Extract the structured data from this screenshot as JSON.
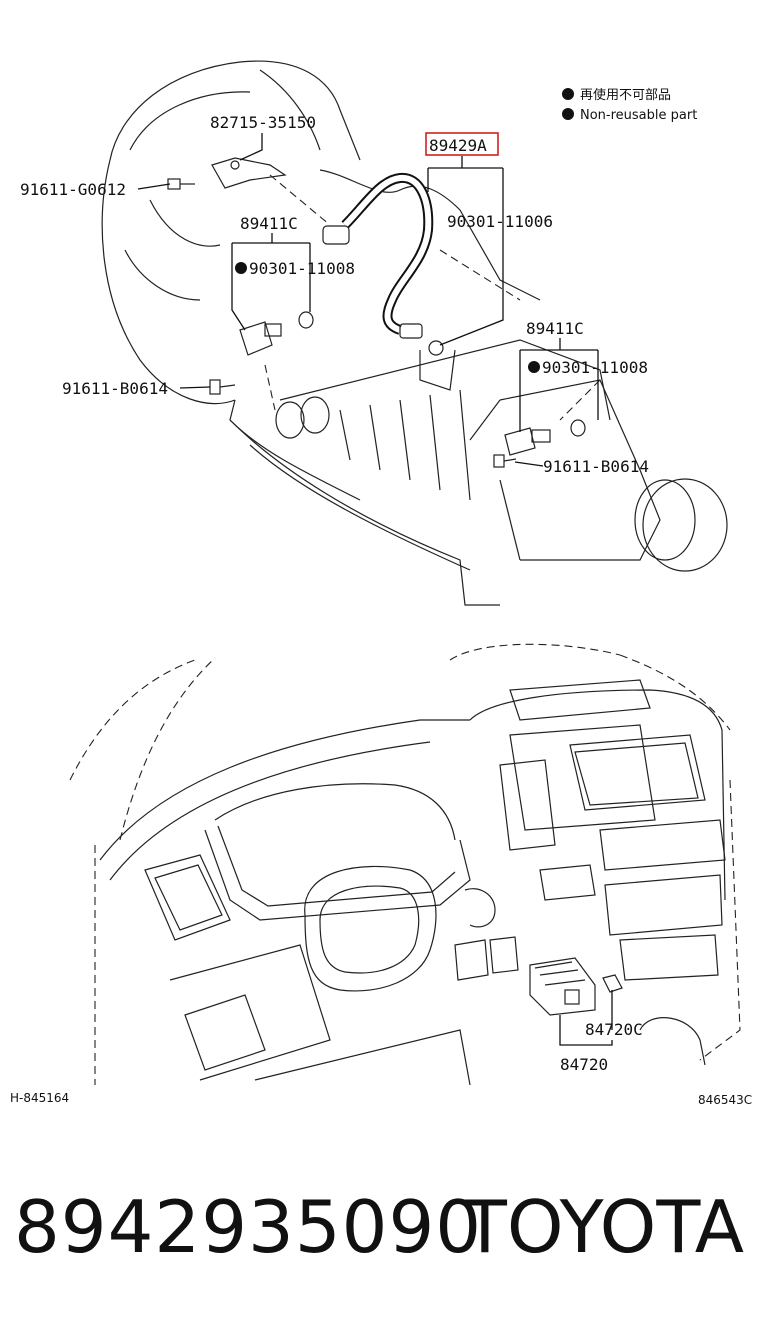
{
  "legend": {
    "item1": "再使用不可部品",
    "item2": "Non-reusable part"
  },
  "top_diagram": {
    "labels": {
      "bracket": "82715-35150",
      "bolt_left": "91611-G0612",
      "highlighted": "89429A",
      "oring_right": "90301-11006",
      "sensor_left": "89411C",
      "oring_left": "90301-11008",
      "bolt_left_lower": "91611-B0614",
      "sensor_right": "89411C",
      "oring_right_lower": "90301-11008",
      "bolt_right": "91611-B0614"
    }
  },
  "bottom_diagram": {
    "labels": {
      "switch_bulb": "84720C",
      "switch": "84720",
      "left_code": "H-845164",
      "right_code": "846543C"
    }
  },
  "footer": {
    "part_number": "8942935090",
    "brand": "TOYOTA"
  },
  "colors": {
    "highlight_box": "#d22020",
    "ink": "#111111"
  }
}
